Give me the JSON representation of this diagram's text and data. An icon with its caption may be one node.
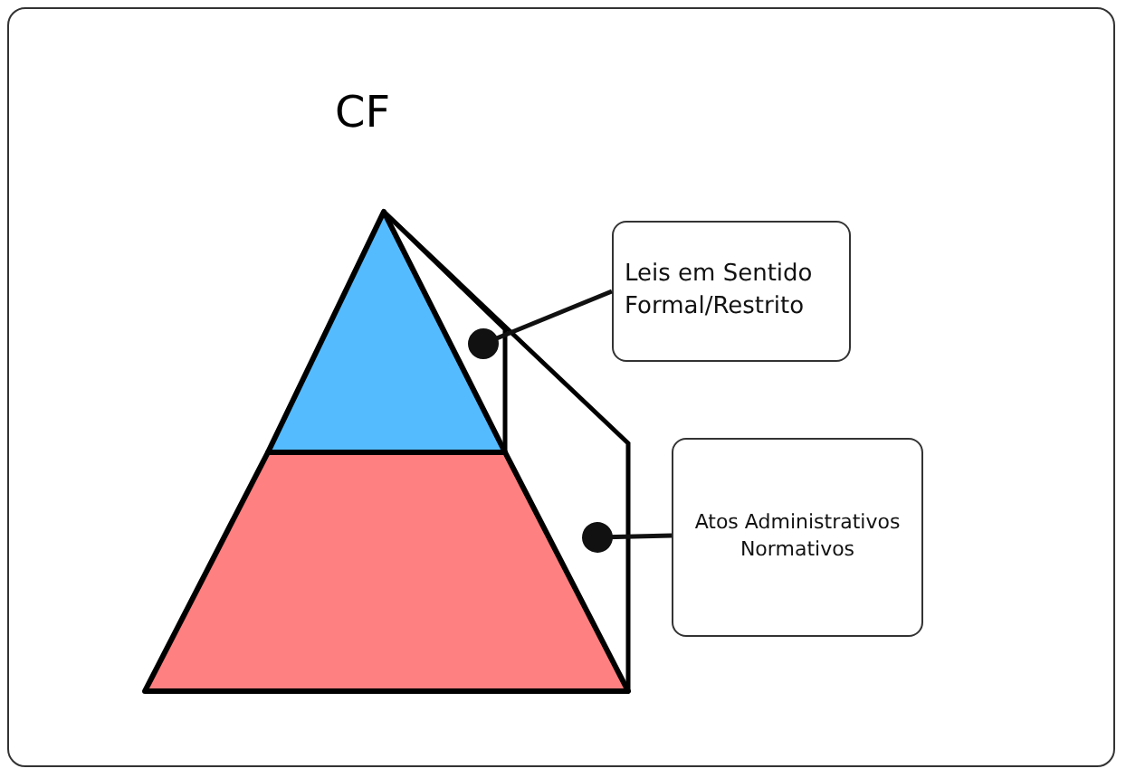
{
  "diagram": {
    "title": "CF",
    "nodes": [
      {
        "text": [],
        "shape": "triangle"
      },
      {
        "text": [],
        "shape": "trapezoid"
      },
      {
        "text": [
          "Leis em Sentido Formal/Restrito"
        ]
      },
      {
        "text": [
          "Atos Administrativos Normativos"
        ]
      }
    ],
    "edges": [
      {
        "from": 2,
        "to": 0,
        "arrow": "other"
      },
      {
        "from": 3,
        "to": 1,
        "arrow": "other"
      }
    ]
  }
}
